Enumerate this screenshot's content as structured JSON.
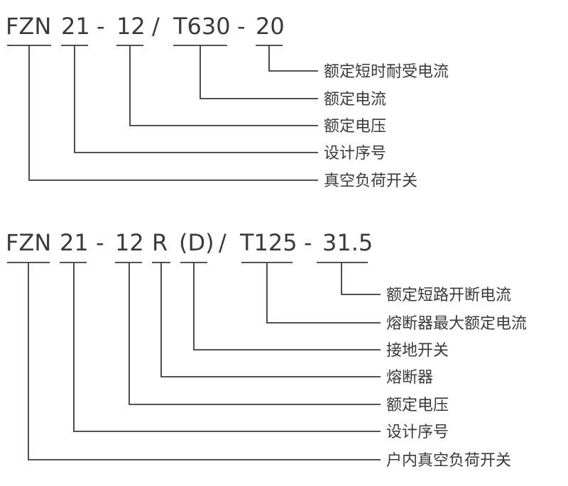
{
  "diagrams": [
    {
      "code_segments": [
        "FZN",
        "21",
        "-",
        "12",
        "/",
        "T630",
        "-",
        "20"
      ],
      "labels": [
        "额定短时耐受电流",
        "额定电流",
        "额定电压",
        "设计序号",
        "真空负荷开关"
      ]
    },
    {
      "code_segments": [
        "FZN",
        "21",
        "-",
        "12",
        "R",
        "(D)",
        "/",
        "T125",
        "-",
        "31.5"
      ],
      "labels": [
        "额定短路开断电流",
        "熔断器最大额定电流",
        "接地开关",
        "熔断器",
        "额定电压",
        "设计序号",
        "户内真空负荷开关"
      ]
    }
  ],
  "colors": {
    "ink": "#3a3a3a",
    "background": "#ffffff"
  }
}
